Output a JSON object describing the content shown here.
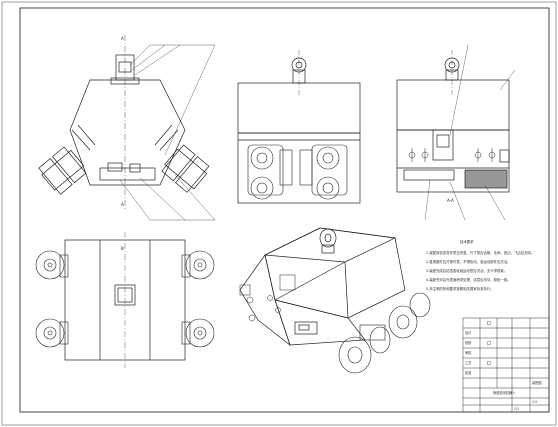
{
  "drawing": {
    "section_mark_1": "A",
    "section_mark_2": "B",
    "view_label": "A-A",
    "notes_title": "技术要求",
    "notes": [
      "1.装配前检查零件是否完整，尺寸是否合格，毛刺、锐边、飞边应去除。",
      "2.各紧固件应拧紧可靠，不得松动，各运动部件应灵活。",
      "3.装配完成后检查各轮组运动是否灵活，无卡滞现象。",
      "4.装配完毕后外表面喷漆处理，涂层应均匀，颜色一致。",
      "5.未注明的其他要求按照相关国家标准执行。"
    ]
  },
  "title_block": {
    "drawing_title": "管道检测机器人",
    "drawing_code": "装配图",
    "scale": "1:5",
    "sheet": "1/1",
    "rows": [
      "设计",
      "校核",
      "审核",
      "工艺",
      "批准"
    ]
  }
}
